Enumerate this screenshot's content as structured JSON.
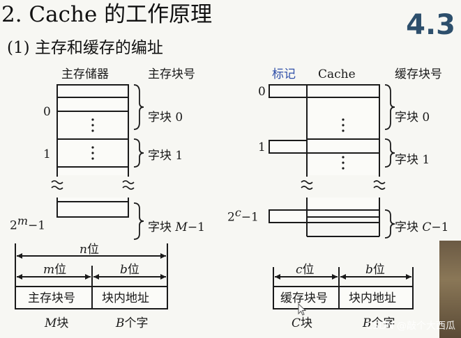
{
  "slide": {
    "title": "2. Cache 的工作原理",
    "subtitle": "(1) 主存和缓存的编址",
    "badge": "4.3"
  },
  "left": {
    "header_memory": "主存储器",
    "header_blockno": "主存块号",
    "row0": "0",
    "row1": "1",
    "rowlast_base": "2",
    "rowlast_exp": "m",
    "rowlast_tail": "−1",
    "block0": "字块 0",
    "block1": "字块 1",
    "blocklast_prefix": "字块 ",
    "blocklast_var": "M",
    "blocklast_tail": "−1",
    "n_bits_var": "n",
    "n_bits_unit": "位",
    "m_bits_var": "m",
    "m_bits_unit": "位",
    "b_bits_var": "b",
    "b_bits_unit": "位",
    "field_block": "主存块号",
    "field_offset": "块内地址",
    "below_block_var": "M",
    "below_block_unit": "块",
    "below_offset_var": "B",
    "below_offset_unit": "个字"
  },
  "right": {
    "header_tag": "标记",
    "header_cache": "Cache",
    "header_blockno": "缓存块号",
    "row0": "0",
    "row1": "1",
    "rowlast_base": "2",
    "rowlast_exp": "c",
    "rowlast_tail": "−1",
    "block0": "字块 0",
    "block1": "字块 1",
    "blocklast_prefix": "字块 ",
    "blocklast_var": "C",
    "blocklast_tail": "−1",
    "c_bits_var": "c",
    "c_bits_unit": "位",
    "b_bits_var": "b",
    "b_bits_unit": "位",
    "field_block": "缓存块号",
    "field_offset": "块内地址",
    "below_block_var": "C",
    "below_block_unit": "块",
    "below_offset_var": "B",
    "below_offset_unit": "个字"
  },
  "watermark": "CSDN @敲个大西瓜",
  "colors": {
    "tag_label": "#2f4fa8",
    "badge": "#2d4f6c"
  }
}
